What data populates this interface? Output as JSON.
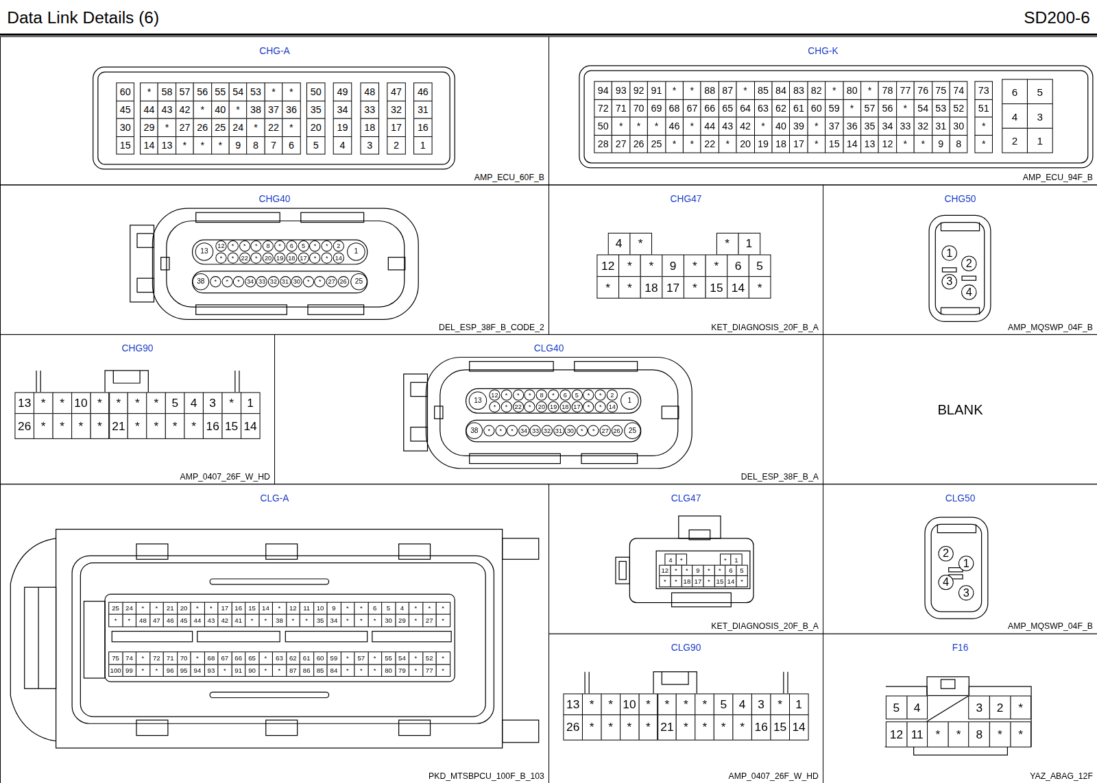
{
  "diagram": {
    "title": "Data Link Details (6)",
    "nodes": [
      {
        "text": [
          "CHG-A",
          "AMP_ECU_60F_B"
        ]
      },
      {
        "text": [
          "CHG-K",
          "AMP_ECU_94F_B"
        ]
      },
      {
        "text": [
          "CHG40",
          "DEL_ESP_38F_B_CODE_2"
        ]
      },
      {
        "text": [
          "CHG47",
          "KET_DIAGNOSIS_20F_B_A"
        ]
      },
      {
        "text": [
          "CHG50",
          "AMP_MQSWP_04F_B"
        ]
      },
      {
        "text": [
          "CHG90",
          "AMP_0407_26F_W_HD"
        ]
      },
      {
        "text": [
          "CLG40",
          "DEL_ESP_38F_B_A"
        ]
      },
      {
        "text": [
          "BLANK"
        ]
      },
      {
        "text": [
          "CLG-A",
          "PKD_MTSBPCU_100F_B_103"
        ]
      },
      {
        "text": [
          "CLG47",
          "KET_DIAGNOSIS_20F_B_A"
        ]
      },
      {
        "text": [
          "CLG50",
          "AMP_MQSWP_04F_B"
        ]
      },
      {
        "text": [
          "CLG90",
          "AMP_0407_26F_W_HD"
        ]
      },
      {
        "text": [
          "F16",
          "YAZ_ABAG_12F"
        ]
      }
    ],
    "labels": [
      "SD200-6",
      "60",
      "*",
      "58",
      "57",
      "56",
      "55",
      "54",
      "53",
      "*",
      "*",
      "50",
      "49",
      "48",
      "47",
      "46",
      "45",
      "44",
      "43",
      "42",
      "*",
      "40",
      "*",
      "38",
      "37",
      "36",
      "35",
      "34",
      "33",
      "32",
      "31",
      "30",
      "29",
      "*",
      "27",
      "26",
      "25",
      "24",
      "*",
      "22",
      "*",
      "20",
      "19",
      "18",
      "17",
      "16",
      "15",
      "14",
      "13",
      "*",
      "*",
      "*",
      "9",
      "8",
      "7",
      "6",
      "5",
      "4",
      "3",
      "2",
      "1",
      "94",
      "93",
      "92",
      "91",
      "*",
      "*",
      "88",
      "87",
      "*",
      "85",
      "84",
      "83",
      "82",
      "*",
      "80",
      "*",
      "78",
      "77",
      "76",
      "75",
      "74",
      "73",
      "72",
      "71",
      "70",
      "69",
      "68",
      "67",
      "66",
      "65",
      "64",
      "63",
      "62",
      "61",
      "60",
      "59",
      "*",
      "57",
      "56",
      "*",
      "54",
      "53",
      "52",
      "51",
      "50",
      "*",
      "*",
      "*",
      "46",
      "*",
      "44",
      "43",
      "42",
      "*",
      "40",
      "39",
      "*",
      "37",
      "36",
      "35",
      "34",
      "33",
      "32",
      "31",
      "30",
      "*",
      "28",
      "27",
      "26",
      "25",
      "*",
      "*",
      "22",
      "*",
      "20",
      "19",
      "18",
      "17",
      "*",
      "15",
      "14",
      "13",
      "12",
      "*",
      "*",
      "9",
      "8",
      "*",
      "6",
      "5",
      "4",
      "3",
      "2",
      "1",
      "13",
      "12",
      "*",
      "*",
      "*",
      "8",
      "*",
      "6",
      "5",
      "*",
      "*",
      "2",
      "1",
      "*",
      "*",
      "22",
      "*",
      "20",
      "19",
      "18",
      "17",
      "*",
      "*",
      "14",
      "38",
      "*",
      "*",
      "*",
      "34",
      "33",
      "32",
      "31",
      "30",
      "*",
      "*",
      "27",
      "26",
      "25",
      "4",
      "*",
      "*",
      "1",
      "12",
      "*",
      "*",
      "9",
      "*",
      "*",
      "6",
      "5",
      "*",
      "*",
      "18",
      "17",
      "*",
      "15",
      "14",
      "*",
      "1",
      "2",
      "3",
      "4",
      "13",
      "*",
      "*",
      "10",
      "*",
      "*",
      "*",
      "*",
      "5",
      "4",
      "3",
      "*",
      "1",
      "26",
      "*",
      "*",
      "*",
      "*",
      "21",
      "*",
      "*",
      "*",
      "*",
      "16",
      "15",
      "14",
      "13",
      "12",
      "*",
      "*",
      "*",
      "8",
      "*",
      "6",
      "5",
      "*",
      "*",
      "2",
      "1",
      "*",
      "*",
      "22",
      "*",
      "20",
      "19",
      "18",
      "17",
      "*",
      "*",
      "14",
      "38",
      "*",
      "*",
      "*",
      "34",
      "33",
      "32",
      "31",
      "30",
      "*",
      "*",
      "27",
      "26",
      "25",
      "25",
      "24",
      "*",
      "*",
      "21",
      "20",
      "*",
      "*",
      "17",
      "16",
      "15",
      "14",
      "*",
      "12",
      "11",
      "10",
      "9",
      "*",
      "*",
      "6",
      "5",
      "4",
      "*",
      "*",
      "*",
      "*",
      "*",
      "48",
      "47",
      "46",
      "45",
      "44",
      "43",
      "42",
      "41",
      "*",
      "*",
      "38",
      "*",
      "*",
      "35",
      "34",
      "*",
      "*",
      "*",
      "30",
      "29",
      "*",
      "27",
      "*",
      "75",
      "74",
      "*",
      "72",
      "71",
      "70",
      "*",
      "68",
      "67",
      "66",
      "65",
      "*",
      "63",
      "62",
      "61",
      "60",
      "59",
      "*",
      "57",
      "*",
      "55",
      "54",
      "*",
      "52",
      "*",
      "100",
      "99",
      "*",
      "*",
      "96",
      "95",
      "94",
      "93",
      "*",
      "91",
      "90",
      "*",
      "*",
      "87",
      "86",
      "85",
      "84",
      "*",
      "*",
      "*",
      "80",
      "79",
      "*",
      "77",
      "*",
      "4",
      "*",
      "*",
      "1",
      "12",
      "*",
      "*",
      "9",
      "*",
      "*",
      "6",
      "5",
      "*",
      "*",
      "18",
      "17",
      "*",
      "15",
      "14",
      "*",
      "2",
      "1",
      "4",
      "3",
      "13",
      "*",
      "*",
      "10",
      "*",
      "*",
      "*",
      "*",
      "5",
      "4",
      "3",
      "*",
      "1",
      "26",
      "*",
      "*",
      "*",
      "*",
      "21",
      "*",
      "*",
      "*",
      "*",
      "16",
      "15",
      "14",
      "5",
      "4",
      "3",
      "2",
      "*",
      "12",
      "11",
      "*",
      "*",
      "8",
      "*",
      "*"
    ]
  }
}
